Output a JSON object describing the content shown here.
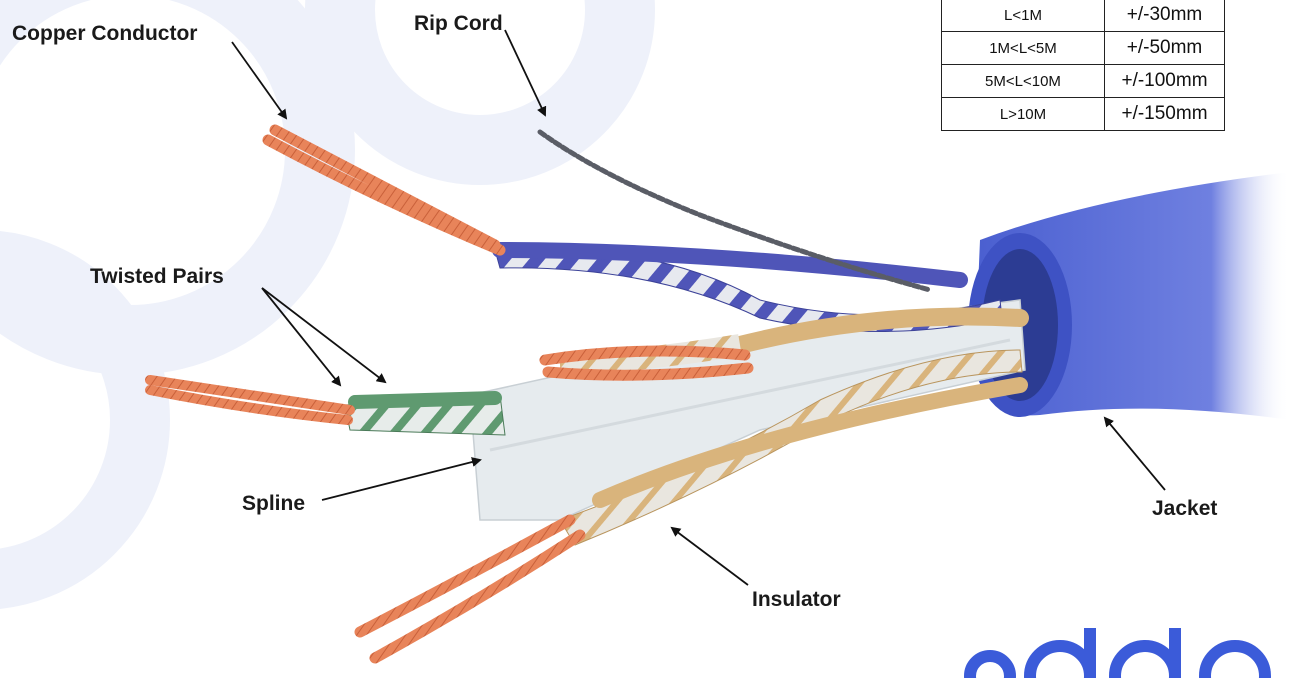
{
  "callouts": {
    "copper_conductor": "Copper Conductor",
    "rip_cord": "Rip Cord",
    "twisted_pairs": "Twisted Pairs",
    "spline": "Spline",
    "insulator": "Insulator",
    "jacket": "Jacket"
  },
  "tolerance_table": {
    "rows": [
      {
        "length": "L<1M",
        "tolerance": "+/-30mm"
      },
      {
        "length": "1M<L<5M",
        "tolerance": "+/-50mm"
      },
      {
        "length": "5M<L<10M",
        "tolerance": "+/-100mm"
      },
      {
        "length": "L>10M",
        "tolerance": "+/-150mm"
      }
    ]
  },
  "colors": {
    "jacket": "#4a5fd0",
    "copper": "#e8845a",
    "pair_blue": "#4f55b8",
    "pair_green": "#5f9a70",
    "pair_tan": "#d9b47c",
    "spline": "#e6ebee",
    "rip_cord": "#5a5d66",
    "watermark": "#eef1fa",
    "brand_logo": "#3b5bd9"
  },
  "icons": [
    "cable-illustration",
    "brand-logo"
  ]
}
